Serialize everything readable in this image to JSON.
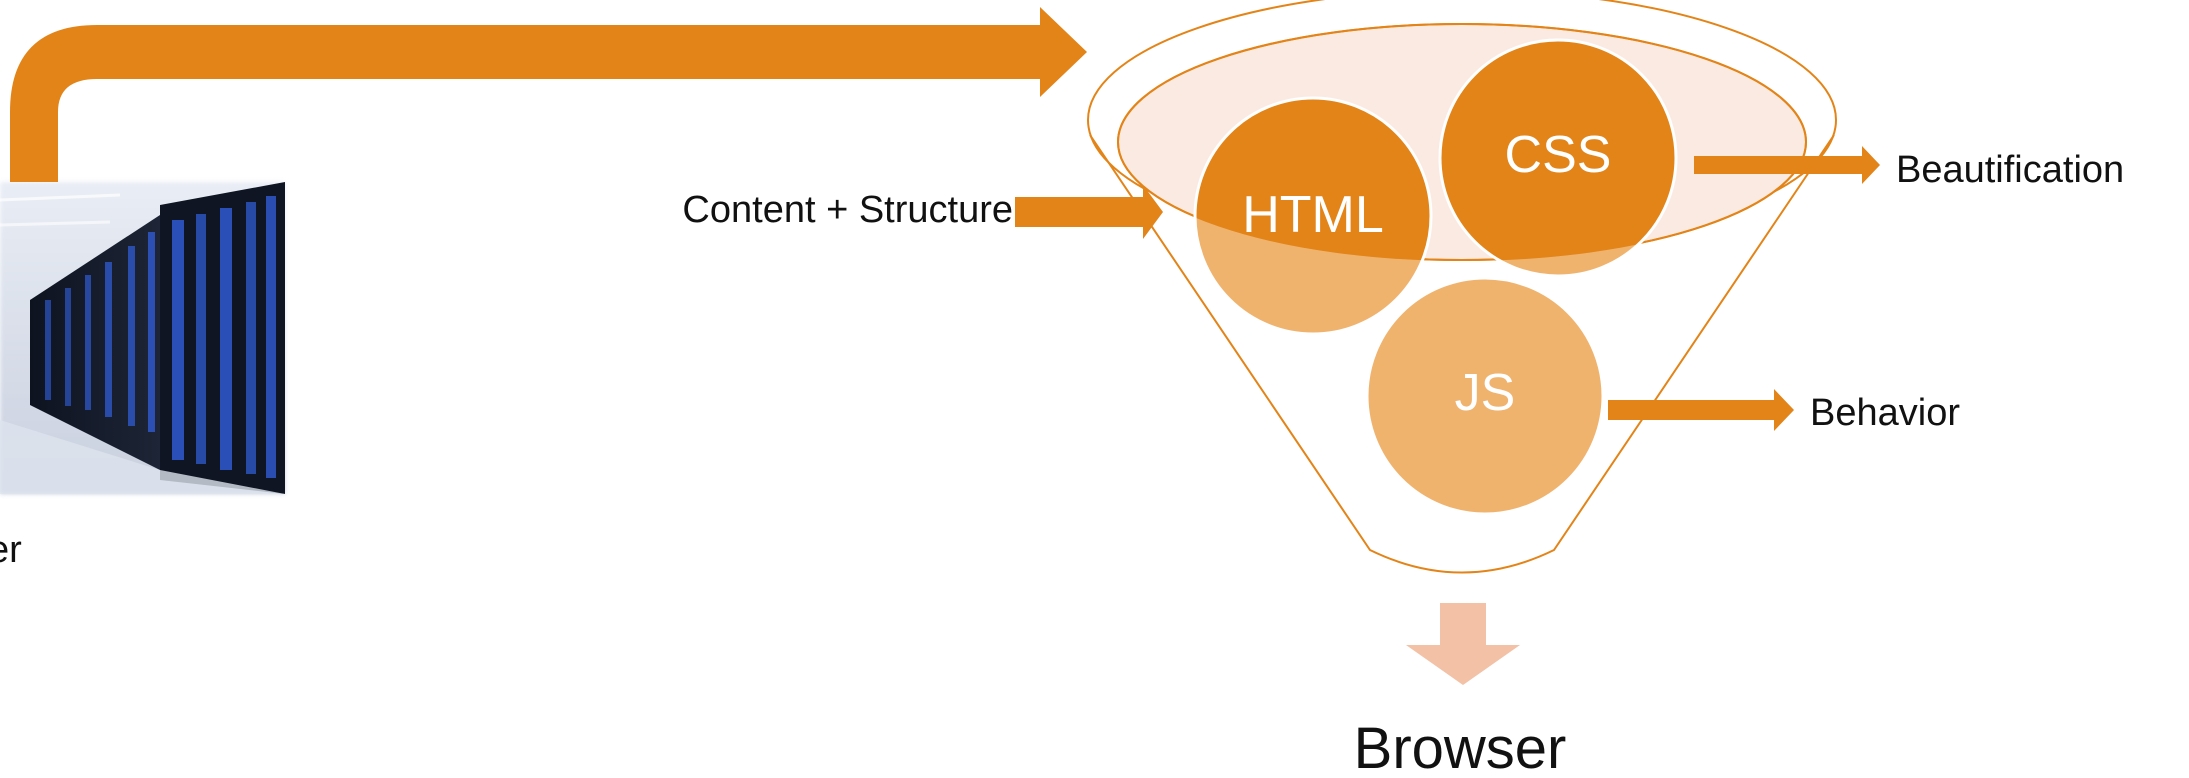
{
  "diagram": {
    "funnel_inputs": {
      "html": "HTML",
      "css": "CSS",
      "js": "JS"
    },
    "labels": {
      "content_structure": "Content + Structure",
      "beautification": "Beautification",
      "behavior": "Behavior",
      "browser": "Browser",
      "server_partial": "er"
    }
  },
  "colors": {
    "accent": "#E38418",
    "accent_light": "#EFB36E",
    "funnel_fill": "#FBEAE2",
    "down_arrow": "#F2C1A6",
    "server_dark": "#161B27",
    "server_blue": "#2E57C9"
  }
}
